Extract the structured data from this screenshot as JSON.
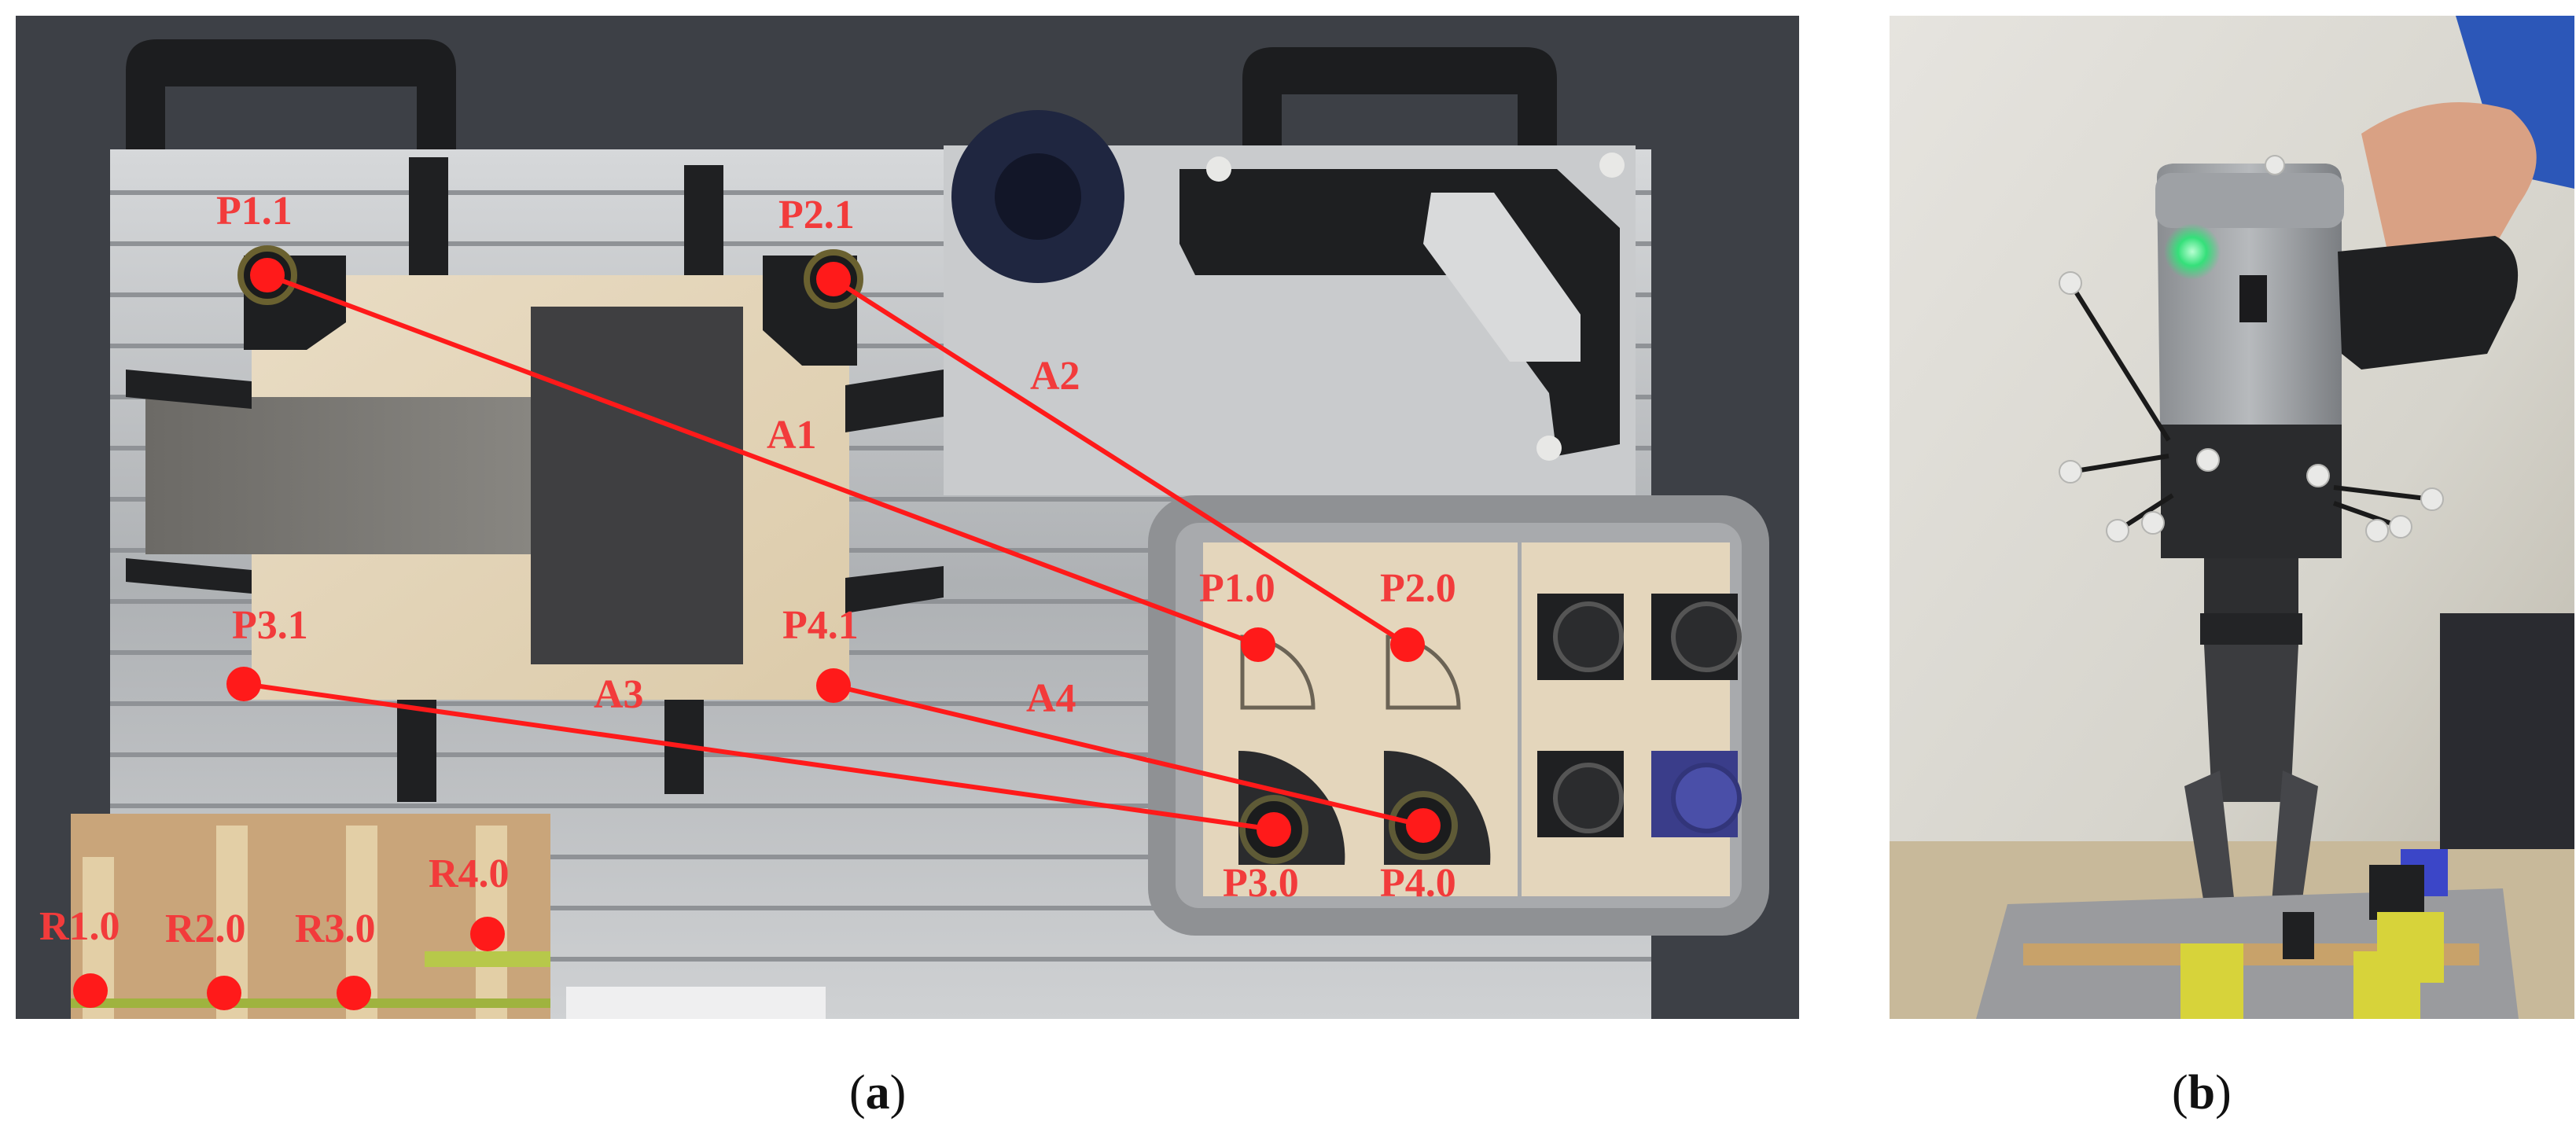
{
  "panel_a": {
    "caption_letter": "a",
    "point_labels": {
      "p11": "P1.1",
      "p21": "P2.1",
      "p31": "P3.1",
      "p41": "P4.1",
      "p10": "P1.0",
      "p20": "P2.0",
      "p30": "P3.0",
      "p40": "P4.0",
      "r10": "R1.0",
      "r20": "R2.0",
      "r30": "R3.0",
      "r40": "R4.0"
    },
    "arrow_labels": {
      "a1": "A1",
      "a2": "A2",
      "a3": "A3",
      "a4": "A4"
    },
    "marker_color": "#ff1a1a",
    "label_color": "#f23b3b"
  },
  "panel_b": {
    "caption_letter": "b",
    "led_color": "#35e07a"
  }
}
